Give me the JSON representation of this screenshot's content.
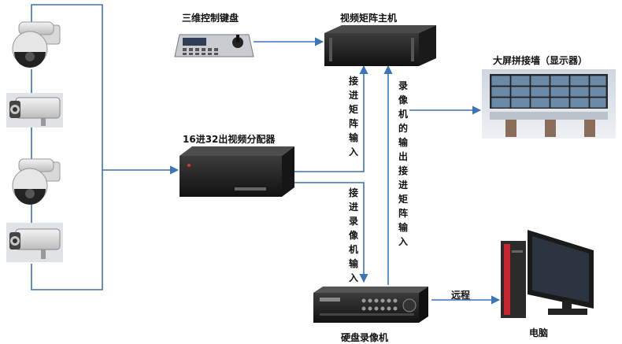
{
  "labels": {
    "keyboard": "三维控制键盘",
    "matrix_host": "视频矩阵主机",
    "video_wall": "大屏拼接墙（显示器）",
    "distributor": "16进32出视频分配器",
    "dvr": "硬盘录像机",
    "computer": "电脑",
    "remote": "远程"
  },
  "vertical_labels": {
    "to_matrix_input": "接进矩阵输入",
    "dvr_out_to_matrix": "录像机的输出接进矩阵输入",
    "to_recorder_input": "接进录像机输入"
  },
  "colors": {
    "line": "#3b74b8",
    "device_dark": "#1e1e1e",
    "device_mid": "#333333"
  }
}
